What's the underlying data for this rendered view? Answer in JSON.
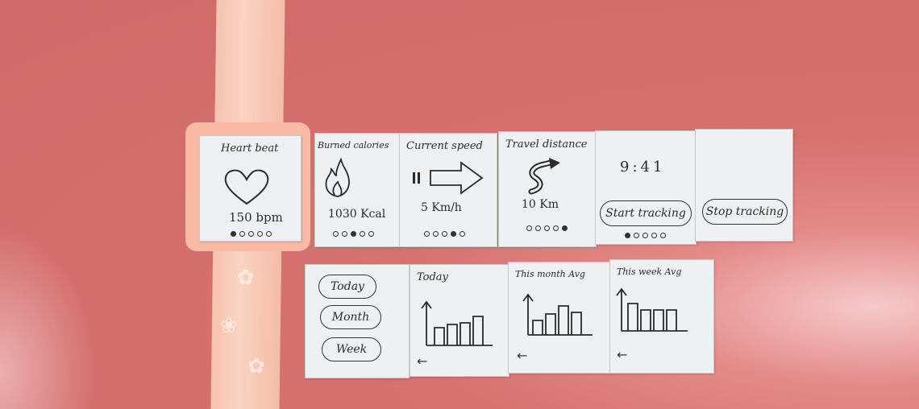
{
  "watch_screens": [
    {
      "title": "Heart beat",
      "value": "150 bpm",
      "dots": [
        1,
        0,
        0,
        0,
        0
      ]
    },
    {
      "title": "Burned calories",
      "value": "1030 Kcal",
      "dots": [
        0,
        0,
        1,
        0,
        0
      ]
    },
    {
      "title": "Current speed",
      "value": "5 Km/h",
      "dots": [
        0,
        0,
        0,
        1,
        0
      ]
    },
    {
      "title": "Travel distance",
      "value": "10 Km",
      "dots": [
        0,
        0,
        0,
        0,
        1
      ]
    },
    {
      "time": "9:41",
      "button": "Start tracking",
      "dots": [
        1,
        0,
        0,
        0,
        0
      ]
    },
    {
      "button": "Stop tracking"
    }
  ],
  "history_menu": {
    "items": [
      "Today",
      "Month",
      "Week"
    ]
  },
  "history_charts": [
    {
      "title": "Today",
      "back": "←"
    },
    {
      "title": "This month Avg",
      "back": "←"
    },
    {
      "title": "This week Avg",
      "back": "←"
    }
  ],
  "icons": [
    "heart-icon",
    "flame-icon",
    "arrow-icon",
    "route-icon",
    "back-arrow-icon"
  ],
  "colors": {
    "background": "#d06a6a",
    "strap": "#f6c2ad",
    "card": "#eef0f1",
    "ink": "#2b2b2b"
  }
}
